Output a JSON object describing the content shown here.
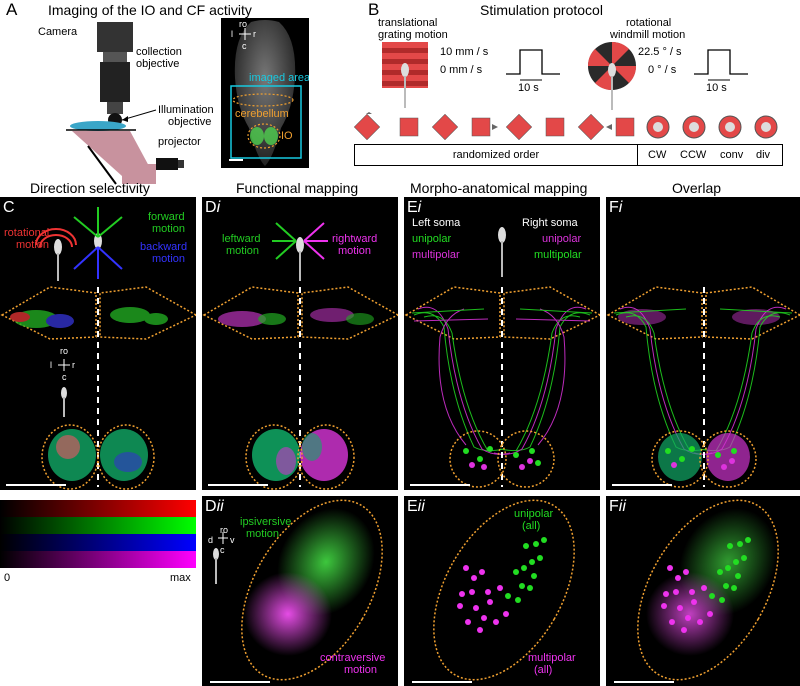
{
  "panelA": {
    "letter": "A",
    "title": "Imaging of the IO and CF activity",
    "labels": {
      "camera": "Camera",
      "collection1": "collection",
      "collection2": "objective",
      "illum1": "Illumination",
      "illum2": "objective",
      "projector": "projector",
      "ro": "ro",
      "l": "l",
      "r": "r",
      "c": "c",
      "imaged": "imaged area",
      "cerebellum": "cerebellum",
      "io": "IO"
    }
  },
  "panelB": {
    "letter": "B",
    "title": "Stimulation protocol",
    "translational1": "translational",
    "translational2": "grating motion",
    "speed_hi": "10 mm / s",
    "speed_lo": "0 mm / s",
    "time1": "10 s",
    "rotational1": "rotational",
    "rotational2": "windmill motion",
    "ang_hi": "22.5 ° / s",
    "ang_lo": "0 ° / s",
    "time2": "10 s",
    "randomized": "randomized order",
    "cw": "CW",
    "ccw": "CCW",
    "conv": "conv",
    "div": "div"
  },
  "panelC": {
    "letter": "C",
    "title": "Direction selectivity",
    "rot1": "rotational",
    "rot2": "motion",
    "fwd1": "forward",
    "fwd2": "motion",
    "bwd1": "backward",
    "bwd2": "motion",
    "ro": "ro",
    "l": "l",
    "r": "r",
    "c": "c",
    "scale_min": "0",
    "scale_max": "max",
    "colors": [
      "#ff0000",
      "#00ff00",
      "#0000ff",
      "#ff00ff"
    ]
  },
  "panelD": {
    "title": "Functional mapping",
    "i_letter": "D",
    "i_sub": "i",
    "left1": "leftward",
    "left2": "motion",
    "right1": "rightward",
    "right2": "motion",
    "ii_letter": "D",
    "ii_sub": "ii",
    "ipsi1": "ipsiversive",
    "ipsi2": "motion",
    "contra1": "contraversive",
    "contra2": "motion",
    "ro": "ro",
    "d": "d",
    "v": "v",
    "c": "c"
  },
  "panelE": {
    "title": "Morpho-anatomical mapping",
    "i_letter": "E",
    "i_sub": "i",
    "left_soma": "Left soma",
    "right_soma": "Right soma",
    "left_uni": "unipolar",
    "left_multi": "multipolar",
    "right_uni": "unipolar",
    "right_multi": "multipolar",
    "ii_letter": "E",
    "ii_sub": "ii",
    "uni1": "unipolar",
    "uni2": "(all)",
    "multi1": "multipolar",
    "multi2": "(all)"
  },
  "panelF": {
    "title": "Overlap",
    "i_letter": "F",
    "i_sub": "i",
    "ii_letter": "F",
    "ii_sub": "ii"
  }
}
